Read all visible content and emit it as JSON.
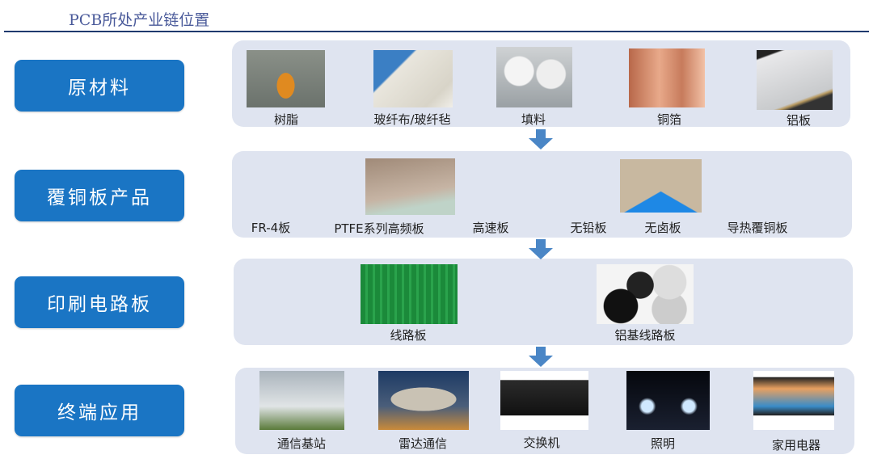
{
  "title": "PCB所处产业链位置",
  "stages": [
    {
      "label": "原材料",
      "items": [
        "树脂",
        "玻纤布/玻纤毡",
        "填料",
        "铜箔",
        "铝板"
      ]
    },
    {
      "label": "覆铜板产品",
      "items": [
        "FR-4板",
        "PTFE系列高频板",
        "高速板",
        "无铅板",
        "无卤板",
        "导热覆铜板"
      ]
    },
    {
      "label": "印刷电路板",
      "items": [
        "线路板",
        "铝基线路板"
      ]
    },
    {
      "label": "终端应用",
      "items": [
        "通信基站",
        "雷达通信",
        "交换机",
        "照明",
        "家用电器"
      ]
    }
  ],
  "colors": {
    "stage": "#1a75c4",
    "panel": "#dfe4f0",
    "arrow": "#4a86c6",
    "rule": "#1f3a6e"
  }
}
